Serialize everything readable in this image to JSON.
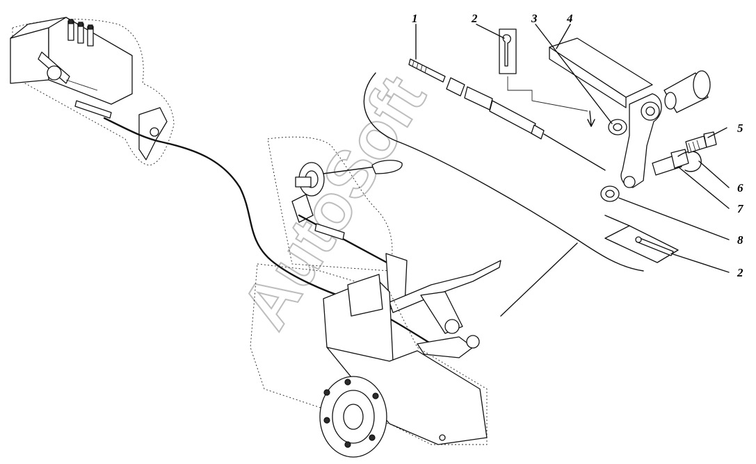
{
  "watermark": "AutoSoft",
  "callouts": [
    {
      "id": "1",
      "label": "1"
    },
    {
      "id": "2",
      "label": "2"
    },
    {
      "id": "3",
      "label": "3"
    },
    {
      "id": "4",
      "label": "4"
    },
    {
      "id": "5",
      "label": "5"
    },
    {
      "id": "6",
      "label": "6"
    },
    {
      "id": "7",
      "label": "7"
    },
    {
      "id": "8",
      "label": "8"
    },
    {
      "id": "2b",
      "label": "2"
    }
  ]
}
